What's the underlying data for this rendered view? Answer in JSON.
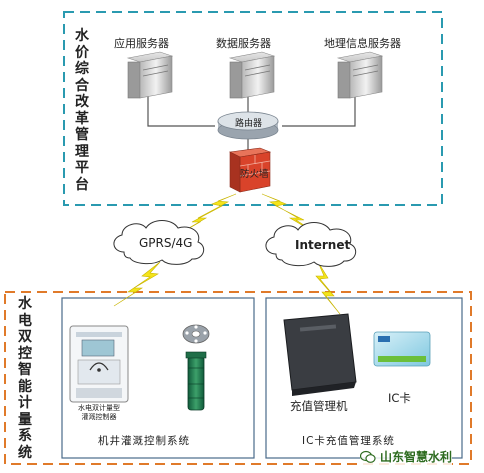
{
  "platform": {
    "title": "水价综合改革管理平台",
    "servers": [
      {
        "label": "应用服务器"
      },
      {
        "label": "数据服务器"
      },
      {
        "label": "地理信息服务器"
      }
    ],
    "router_label": "路由器",
    "firewall_label": "防火墙"
  },
  "network": {
    "gprs_label": "GPRS/4G",
    "internet_label": "Internet"
  },
  "system": {
    "title": "水电双控智能计量系统",
    "left_panel": {
      "caption": "机井灌溉控制系统",
      "device_label_line1": "水电双计量型",
      "device_label_line2": "灌溉控制器"
    },
    "right_panel": {
      "caption": "IC卡充值管理系统",
      "reader_label": "充值管理机",
      "card_label": "IC卡"
    }
  },
  "watermark": {
    "text": "山东智慧水利"
  },
  "colors": {
    "platform_border": "#2a9ab0",
    "system_border": "#e07a2a",
    "lightning": "#f4e41a",
    "firewall": "#d9432a"
  }
}
